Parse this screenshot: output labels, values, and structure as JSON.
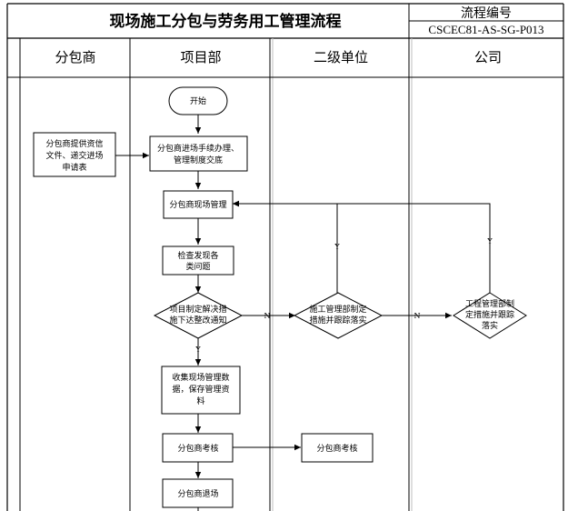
{
  "header": {
    "title": "现场施工分包与劳务用工管理流程",
    "code_label": "流程编号",
    "code": "CSCEC81-AS-SG-P013"
  },
  "lanes": [
    {
      "id": "subcontractor",
      "label": "分包商"
    },
    {
      "id": "project",
      "label": "项目部"
    },
    {
      "id": "secondary",
      "label": "二级单位"
    },
    {
      "id": "company",
      "label": "公司"
    }
  ],
  "nodes": {
    "start": {
      "shape": "terminator",
      "label": [
        "开始"
      ]
    },
    "submit_docs": {
      "shape": "process",
      "label": [
        "分包商提供资信",
        "文件、递交进场",
        "申请表"
      ]
    },
    "entry_procedures": {
      "shape": "process",
      "label": [
        "分包商进场手续办理、",
        "管理制度交底"
      ]
    },
    "site_management": {
      "shape": "process",
      "label": [
        "分包商现场管理"
      ]
    },
    "inspect_issues": {
      "shape": "process",
      "label": [
        "检查发现各",
        "类问题"
      ]
    },
    "project_rectify": {
      "shape": "decision",
      "label": [
        "项目制定解决措",
        "施下达整改通知"
      ]
    },
    "dept_measures": {
      "shape": "decision",
      "label": [
        "施工管理部制定",
        "措施并跟踪落实"
      ]
    },
    "company_measures": {
      "shape": "decision",
      "label": [
        "工程管理部制",
        "定措施并跟踪",
        "落实"
      ]
    },
    "collect_data": {
      "shape": "process",
      "label": [
        "收集现场管理数",
        "据，保存管理资",
        "料"
      ]
    },
    "assess_project": {
      "shape": "process",
      "label": [
        "分包商考核"
      ]
    },
    "assess_secondary": {
      "shape": "process",
      "label": [
        "分包商考核"
      ]
    },
    "exit": {
      "shape": "process",
      "label": [
        "分包商退场"
      ]
    }
  },
  "edge_labels": {
    "yes": "Y",
    "no": "N"
  }
}
